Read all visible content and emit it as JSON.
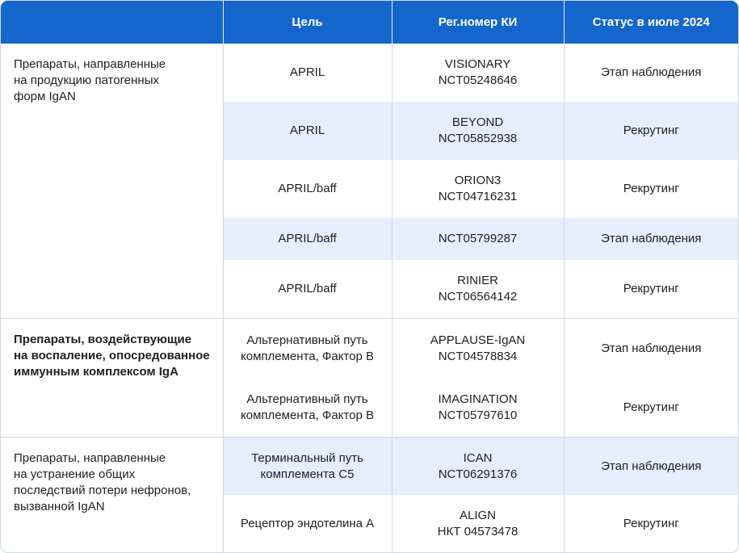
{
  "header": {
    "col1": "",
    "col2": "Цель",
    "col3": "Рег.номер КИ",
    "col4": "Статус в июле 2024"
  },
  "groups": [
    {
      "lines": [
        "Препараты, направленные",
        "на продукцию патогенных",
        "форм IgAN"
      ],
      "bold": false
    },
    {
      "lines": [
        "Препараты, воздействующие",
        "на воспаление, опосредованное",
        "иммунным комплексом IgA"
      ],
      "bold": true
    },
    {
      "lines": [
        "Препараты, направленные",
        "на устранение общих",
        "последствий потери нефронов,",
        "вызванной IgAN"
      ],
      "bold": false
    }
  ],
  "rows": [
    {
      "target": [
        "APRIL"
      ],
      "reg": [
        "VISIONARY",
        "NCT05248646"
      ],
      "status": "Этап наблюдения"
    },
    {
      "target": [
        "APRIL"
      ],
      "reg": [
        "BEYOND",
        "NCT05852938"
      ],
      "status": "Рекрутинг"
    },
    {
      "target": [
        "APRIL/baff"
      ],
      "reg": [
        "ORION3",
        "NCT04716231"
      ],
      "status": "Рекрутинг"
    },
    {
      "target": [
        "APRIL/baff"
      ],
      "reg": [
        "NCT05799287"
      ],
      "status": "Этап наблюдения"
    },
    {
      "target": [
        "APRIL/baff"
      ],
      "reg": [
        "RINIER",
        "NCT06564142"
      ],
      "status": "Рекрутинг"
    },
    {
      "target": [
        "Альтернативный путь",
        "комплемента, Фактор В"
      ],
      "reg": [
        "APPLAUSE-IgAN",
        "NCT04578834"
      ],
      "status": "Этап наблюдения"
    },
    {
      "target": [
        "Альтернативный путь",
        "комплемента, Фактор В"
      ],
      "reg": [
        "IMAGINATION",
        "NCT05797610"
      ],
      "status": "Рекрутинг"
    },
    {
      "target": [
        "Терминальный путь",
        "комплемента С5"
      ],
      "reg": [
        "ICAN",
        "NCT06291376"
      ],
      "status": "Этап наблюдения"
    },
    {
      "target": [
        "Рецептор эндотелина А"
      ],
      "reg": [
        "ALIGN",
        "НКТ 04573478"
      ],
      "status": "Рекрутинг"
    }
  ],
  "colors": {
    "header_bg": "#1466cc",
    "header_text": "#ffffff",
    "stripe_bg": "#e5eefa",
    "border": "#d3d9e2"
  }
}
